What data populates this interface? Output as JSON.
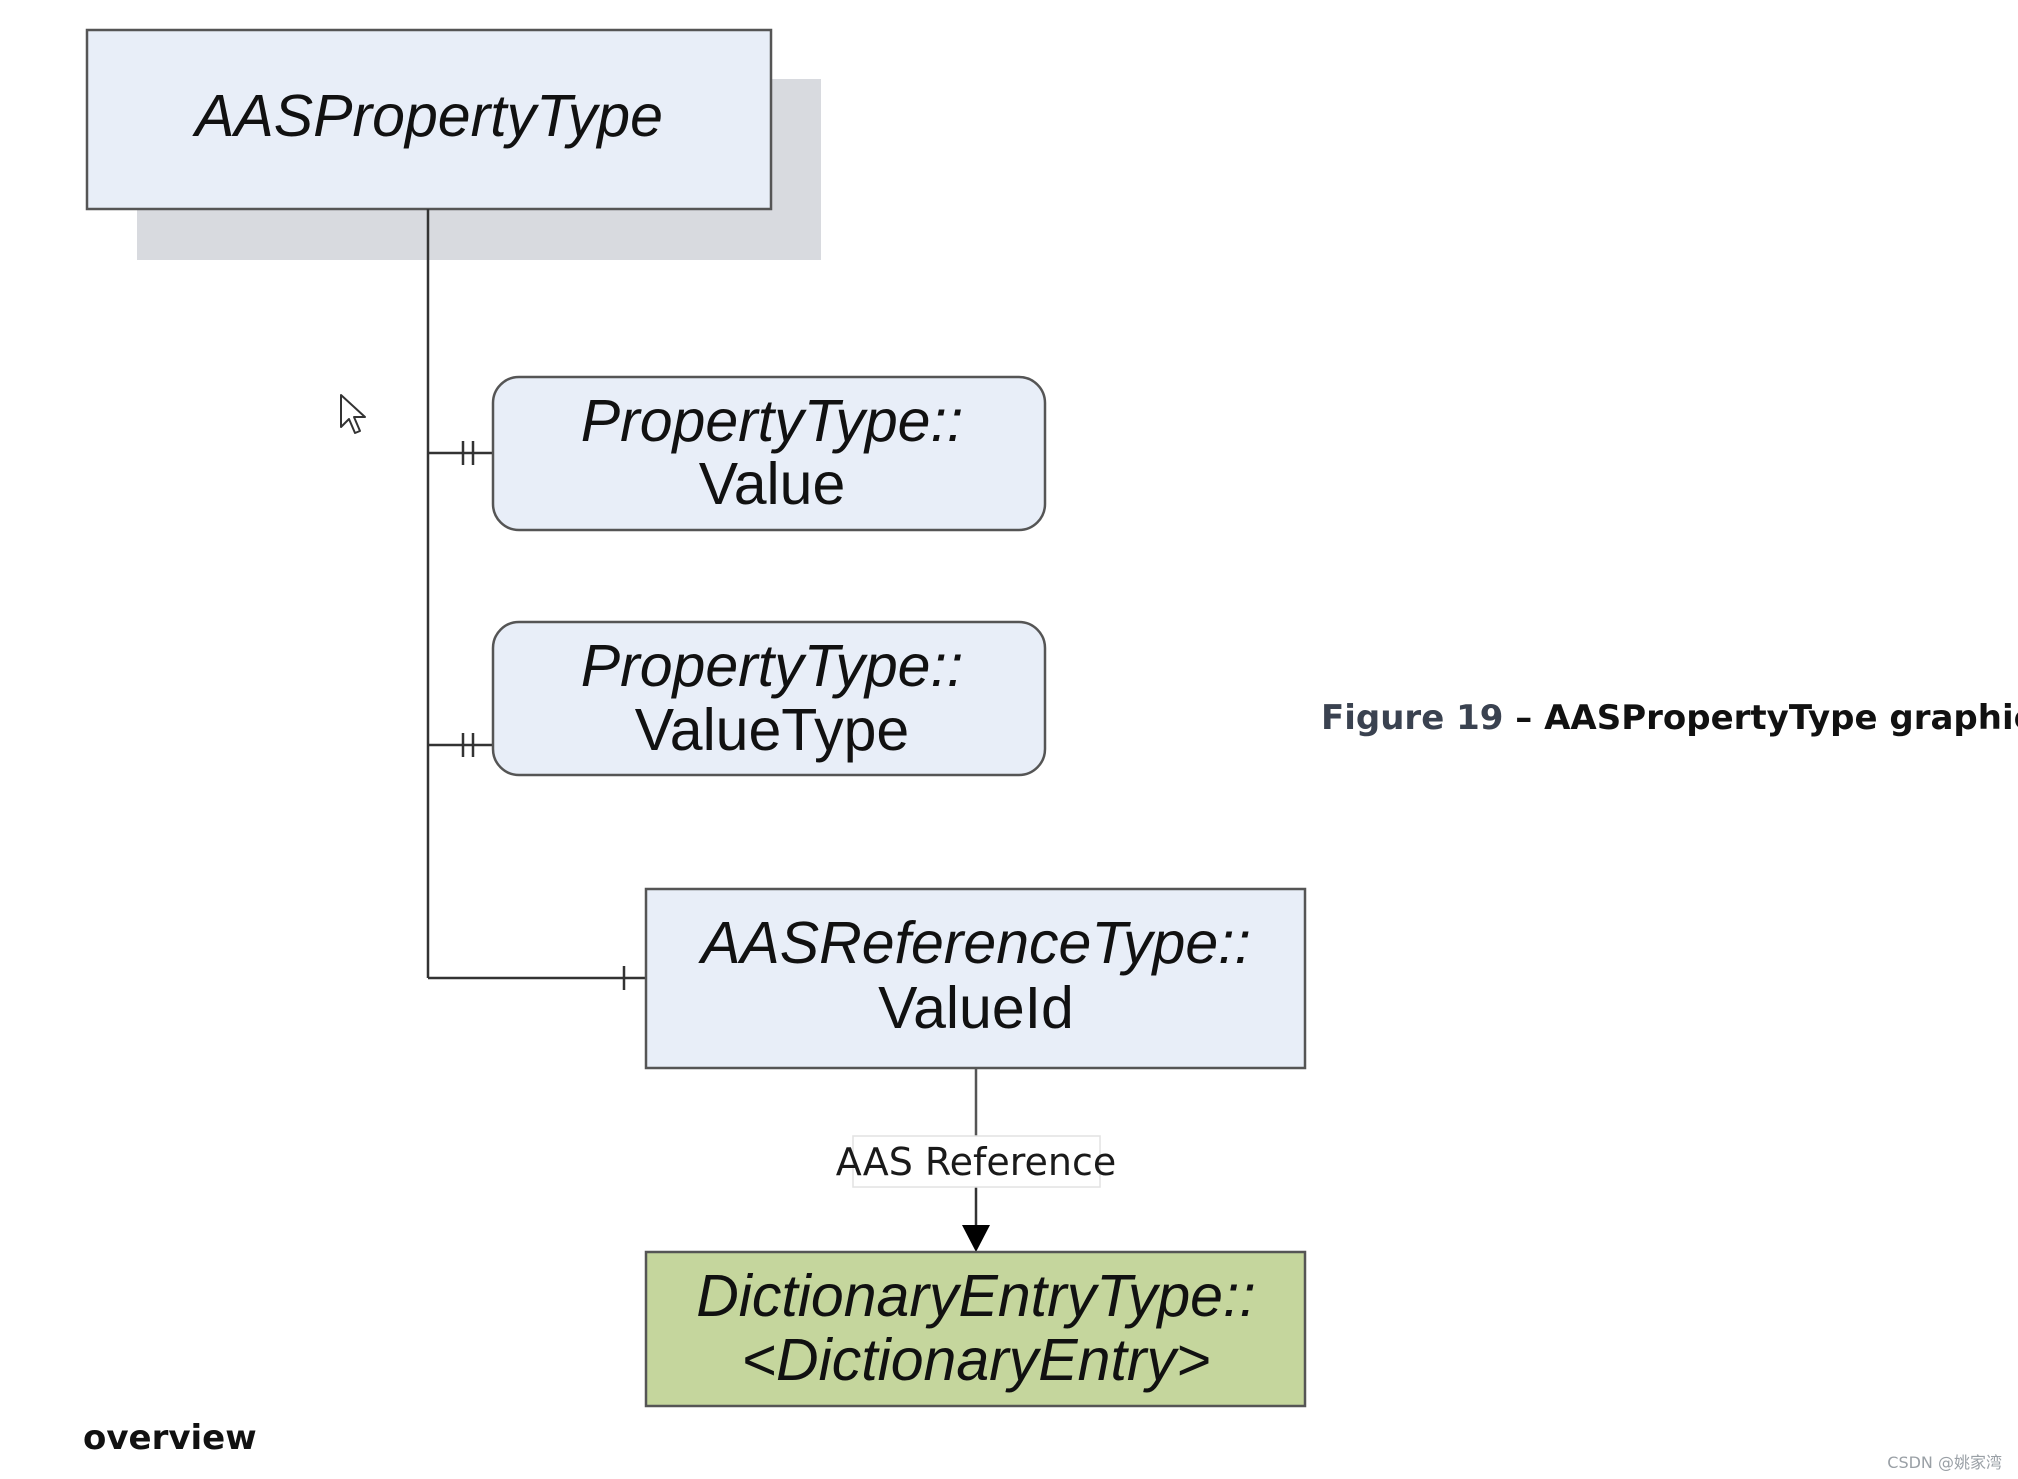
{
  "nodes": {
    "aas_property_type": {
      "line1": "AASPropertyType"
    },
    "property_value": {
      "line1": "PropertyType::",
      "line2": "Value"
    },
    "property_value_type": {
      "line1": "PropertyType::",
      "line2": "ValueType"
    },
    "reference_value_id": {
      "line1": "AASReferenceType::",
      "line2": "ValueId"
    },
    "dictionary_entry": {
      "line1": "DictionaryEntryType::",
      "line2": "<DictionaryEntry>"
    }
  },
  "edges": {
    "reference_label": "AAS Reference"
  },
  "caption": {
    "number": "Figure 19",
    "text": " – AASPropertyType graphical"
  },
  "footer": {
    "overview": "overview",
    "watermark": "CSDN @姚家湾"
  },
  "colors": {
    "box_fill": "#e8eef8",
    "box_stroke": "#555555",
    "shadow": "#d8dadf",
    "dictionary_fill": "#c5d69d",
    "line": "#333333"
  }
}
